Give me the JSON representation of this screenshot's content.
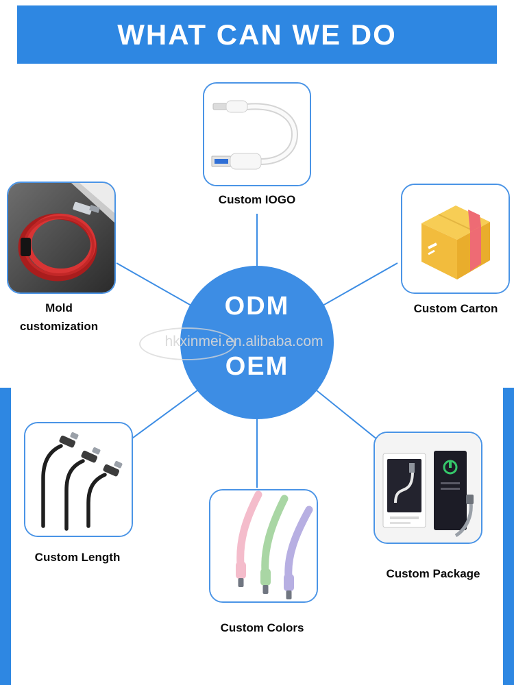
{
  "header": {
    "title": "WHAT CAN WE DO"
  },
  "center": {
    "top": "ODM",
    "bottom": "OEM",
    "watermark": "hkxinmei.en.alibaba.com"
  },
  "items": {
    "logo": {
      "label": "Custom IOGO",
      "image": "white-lightning-usb-cable"
    },
    "mold": {
      "label": "Mold customization",
      "image": "red-braided-cable-coil"
    },
    "carton": {
      "label": "Custom Carton",
      "image": "yellow-shipping-carton"
    },
    "length": {
      "label": "Custom Length",
      "image": "three-black-cables-different-lengths"
    },
    "package": {
      "label": "Custom Package",
      "image": "retail-cable-packages"
    },
    "colors": {
      "label": "Custom Colors",
      "image": "pink-green-purple-cables"
    }
  },
  "colors": {
    "accent_blue": "#2e87e2",
    "circle_blue": "#3d8de4",
    "card_border": "#4a94e6",
    "carton_yellow": "#f7cd55",
    "tape_pink": "#ee6b74",
    "cable_red": "#d83434",
    "cable_pink": "#f4bccb",
    "cable_green": "#a9d6a4",
    "cable_purple": "#b7afe2"
  }
}
